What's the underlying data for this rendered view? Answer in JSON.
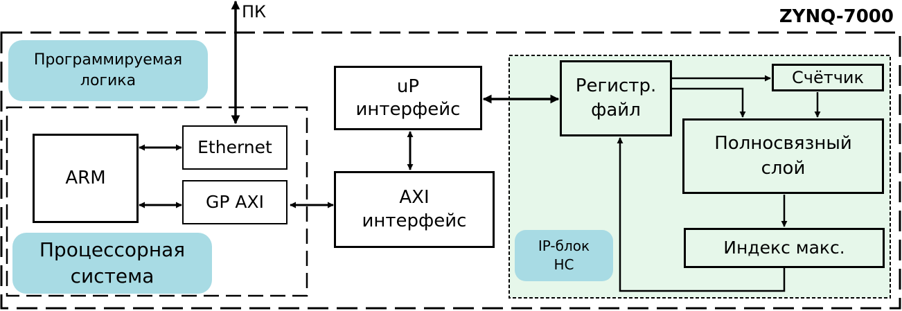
{
  "chip": {
    "title": "ZYNQ-7000"
  },
  "pc": {
    "label": "ПК"
  },
  "pl": {
    "badge_label": "Программируемая\nлогика"
  },
  "ps": {
    "badge_label": "Процессорная\nсистема"
  },
  "blocks": {
    "arm": "ARM",
    "ethernet": "Ethernet",
    "gp_axi": "GP AXI",
    "up_interface": "uP\nинтерфейс",
    "axi_interface": "AXI\nинтерфейс",
    "register_file": "Регистр.\nфайл",
    "counter": "Счётчик",
    "fc_layer": "Полносвязный\nслой",
    "index_max": "Индекс макс."
  },
  "ip": {
    "badge_label": "IP-блок\nНС"
  },
  "colors": {
    "badge": "#a8dbe4",
    "ip_region": "#e6f7ea",
    "line": "#000000"
  }
}
